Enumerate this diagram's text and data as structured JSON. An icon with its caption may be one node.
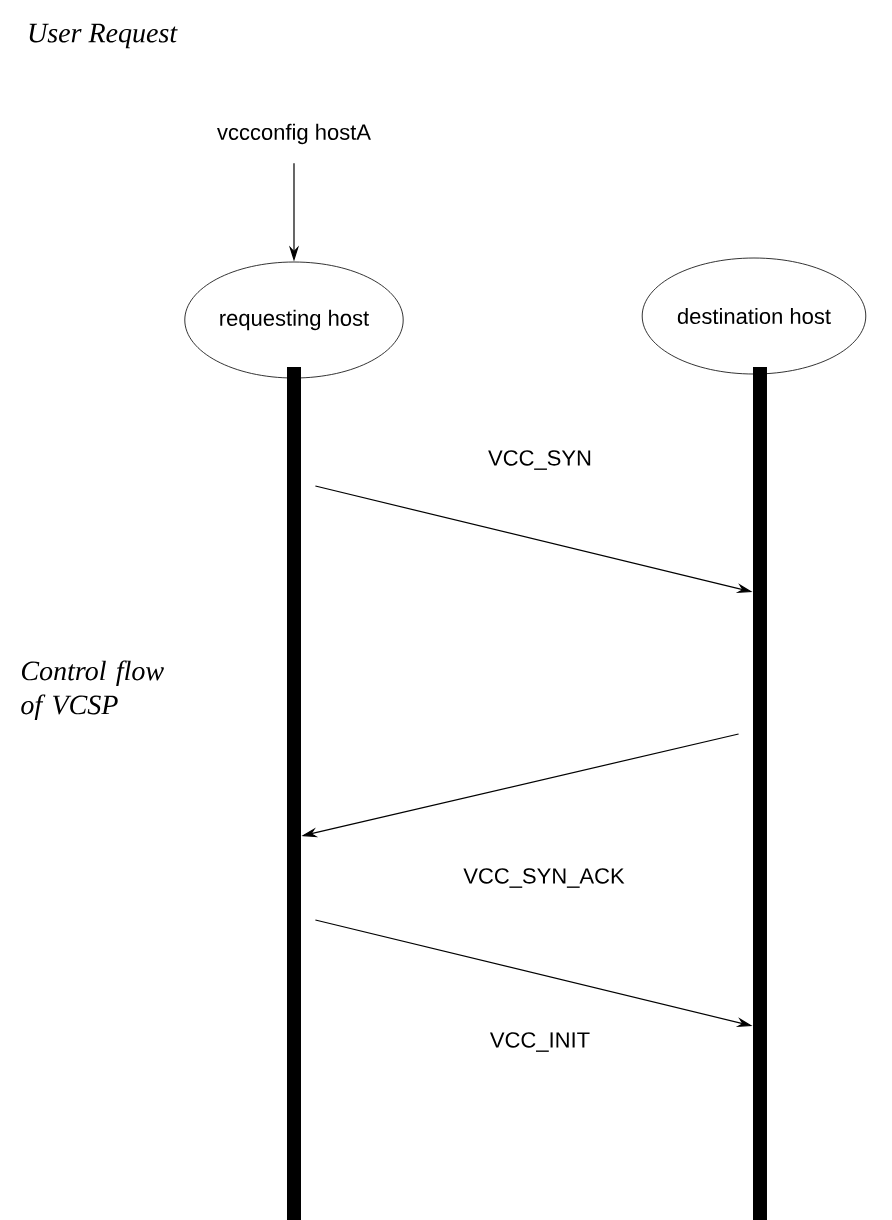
{
  "diagram": {
    "title": "User Request",
    "nodes": [
      {
        "text": [
          "vccconfig  hostA"
        ]
      },
      {
        "text": [
          "requesting host"
        ]
      },
      {
        "text": [
          "destination host"
        ]
      },
      {
        "text": [],
        "shape": "bar"
      },
      {
        "text": [],
        "shape": "bar"
      }
    ],
    "edges": [
      {
        "from": 0,
        "to": 1,
        "arrow": "to"
      },
      {
        "from": 3,
        "to": 4,
        "arrow": "to",
        "label": "VCC_SYN"
      },
      {
        "from": 4,
        "to": 3,
        "arrow": "to",
        "label": "VCC_SYN_ACK"
      },
      {
        "from": 3,
        "to": 4,
        "arrow": "to",
        "label": "VCC_INIT"
      }
    ],
    "labels": [
      "Control flow of VCSP"
    ]
  }
}
